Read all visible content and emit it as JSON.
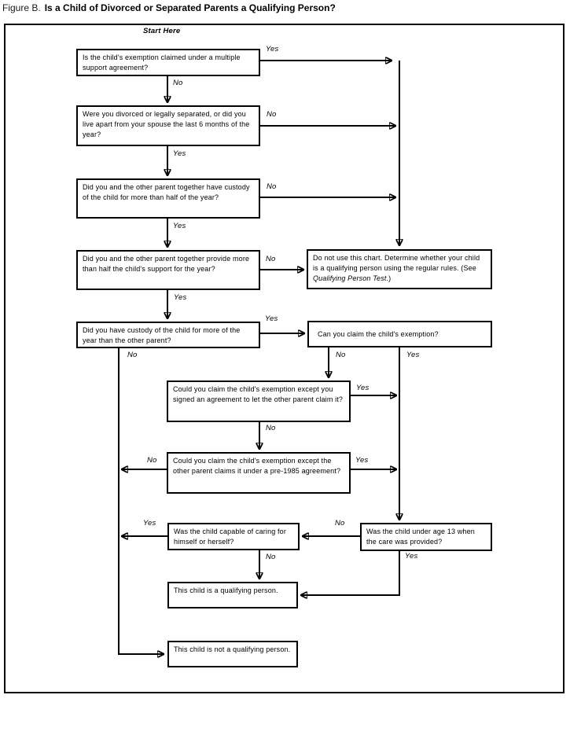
{
  "title": {
    "prefix": "Figure B.",
    "main": "Is a Child of Divorced or Separated Parents a Qualifying Person?"
  },
  "start_label": "Start Here",
  "colors": {
    "ink": "#000000",
    "background": "#ffffff"
  },
  "nodes": {
    "multiple_support": "Is the child's exemption claimed under a multiple support agreement?",
    "divorced": "Were you divorced or legally separated, or did you live apart from your spouse the last 6 months of the year?",
    "custody_together": "Did you and the other parent together have custody of the child for more than half of the year?",
    "support_together": "Did you and the other parent together provide more than half the child's support for the year?",
    "custody_more": "Did you have custody of the child for more of the year than the other parent?",
    "do_not_use_before": "Do not use this chart. Determine whether your child is a qualifying person using the regular rules. (See ",
    "do_not_use_italic": "Qualifying Person Test",
    "do_not_use_after": ".)",
    "can_claim": "Can you claim the child's exemption?",
    "signed_agreement": "Could you claim the child's exemption except you signed an agreement to let the other parent claim it?",
    "pre_1985": "Could you claim the child's exemption except the other parent claims it under a pre-1985 agreement?",
    "child_capable": "Was the child capable of caring for himself or herself?",
    "under_age_13": "Was the child under age 13 when the care was provided?",
    "qualifying": "This child is a qualifying person.",
    "not_qualifying": "This child is not a qualifying person."
  },
  "edges": {
    "multiple_support_yes": "Yes",
    "multiple_support_no": "No",
    "divorced_no": "No",
    "divorced_yes": "Yes",
    "custody_together_no": "No",
    "custody_together_yes": "Yes",
    "support_together_no": "No",
    "support_together_yes": "Yes",
    "custody_more_yes": "Yes",
    "custody_more_no": "No",
    "can_claim_no": "No",
    "can_claim_yes": "Yes",
    "signed_agreement_yes": "Yes",
    "signed_agreement_no": "No",
    "pre_1985_no": "No",
    "pre_1985_yes": "Yes",
    "child_capable_yes": "Yes",
    "under_age_13_no": "No",
    "child_capable_no": "No",
    "under_age_13_yes": "Yes"
  }
}
